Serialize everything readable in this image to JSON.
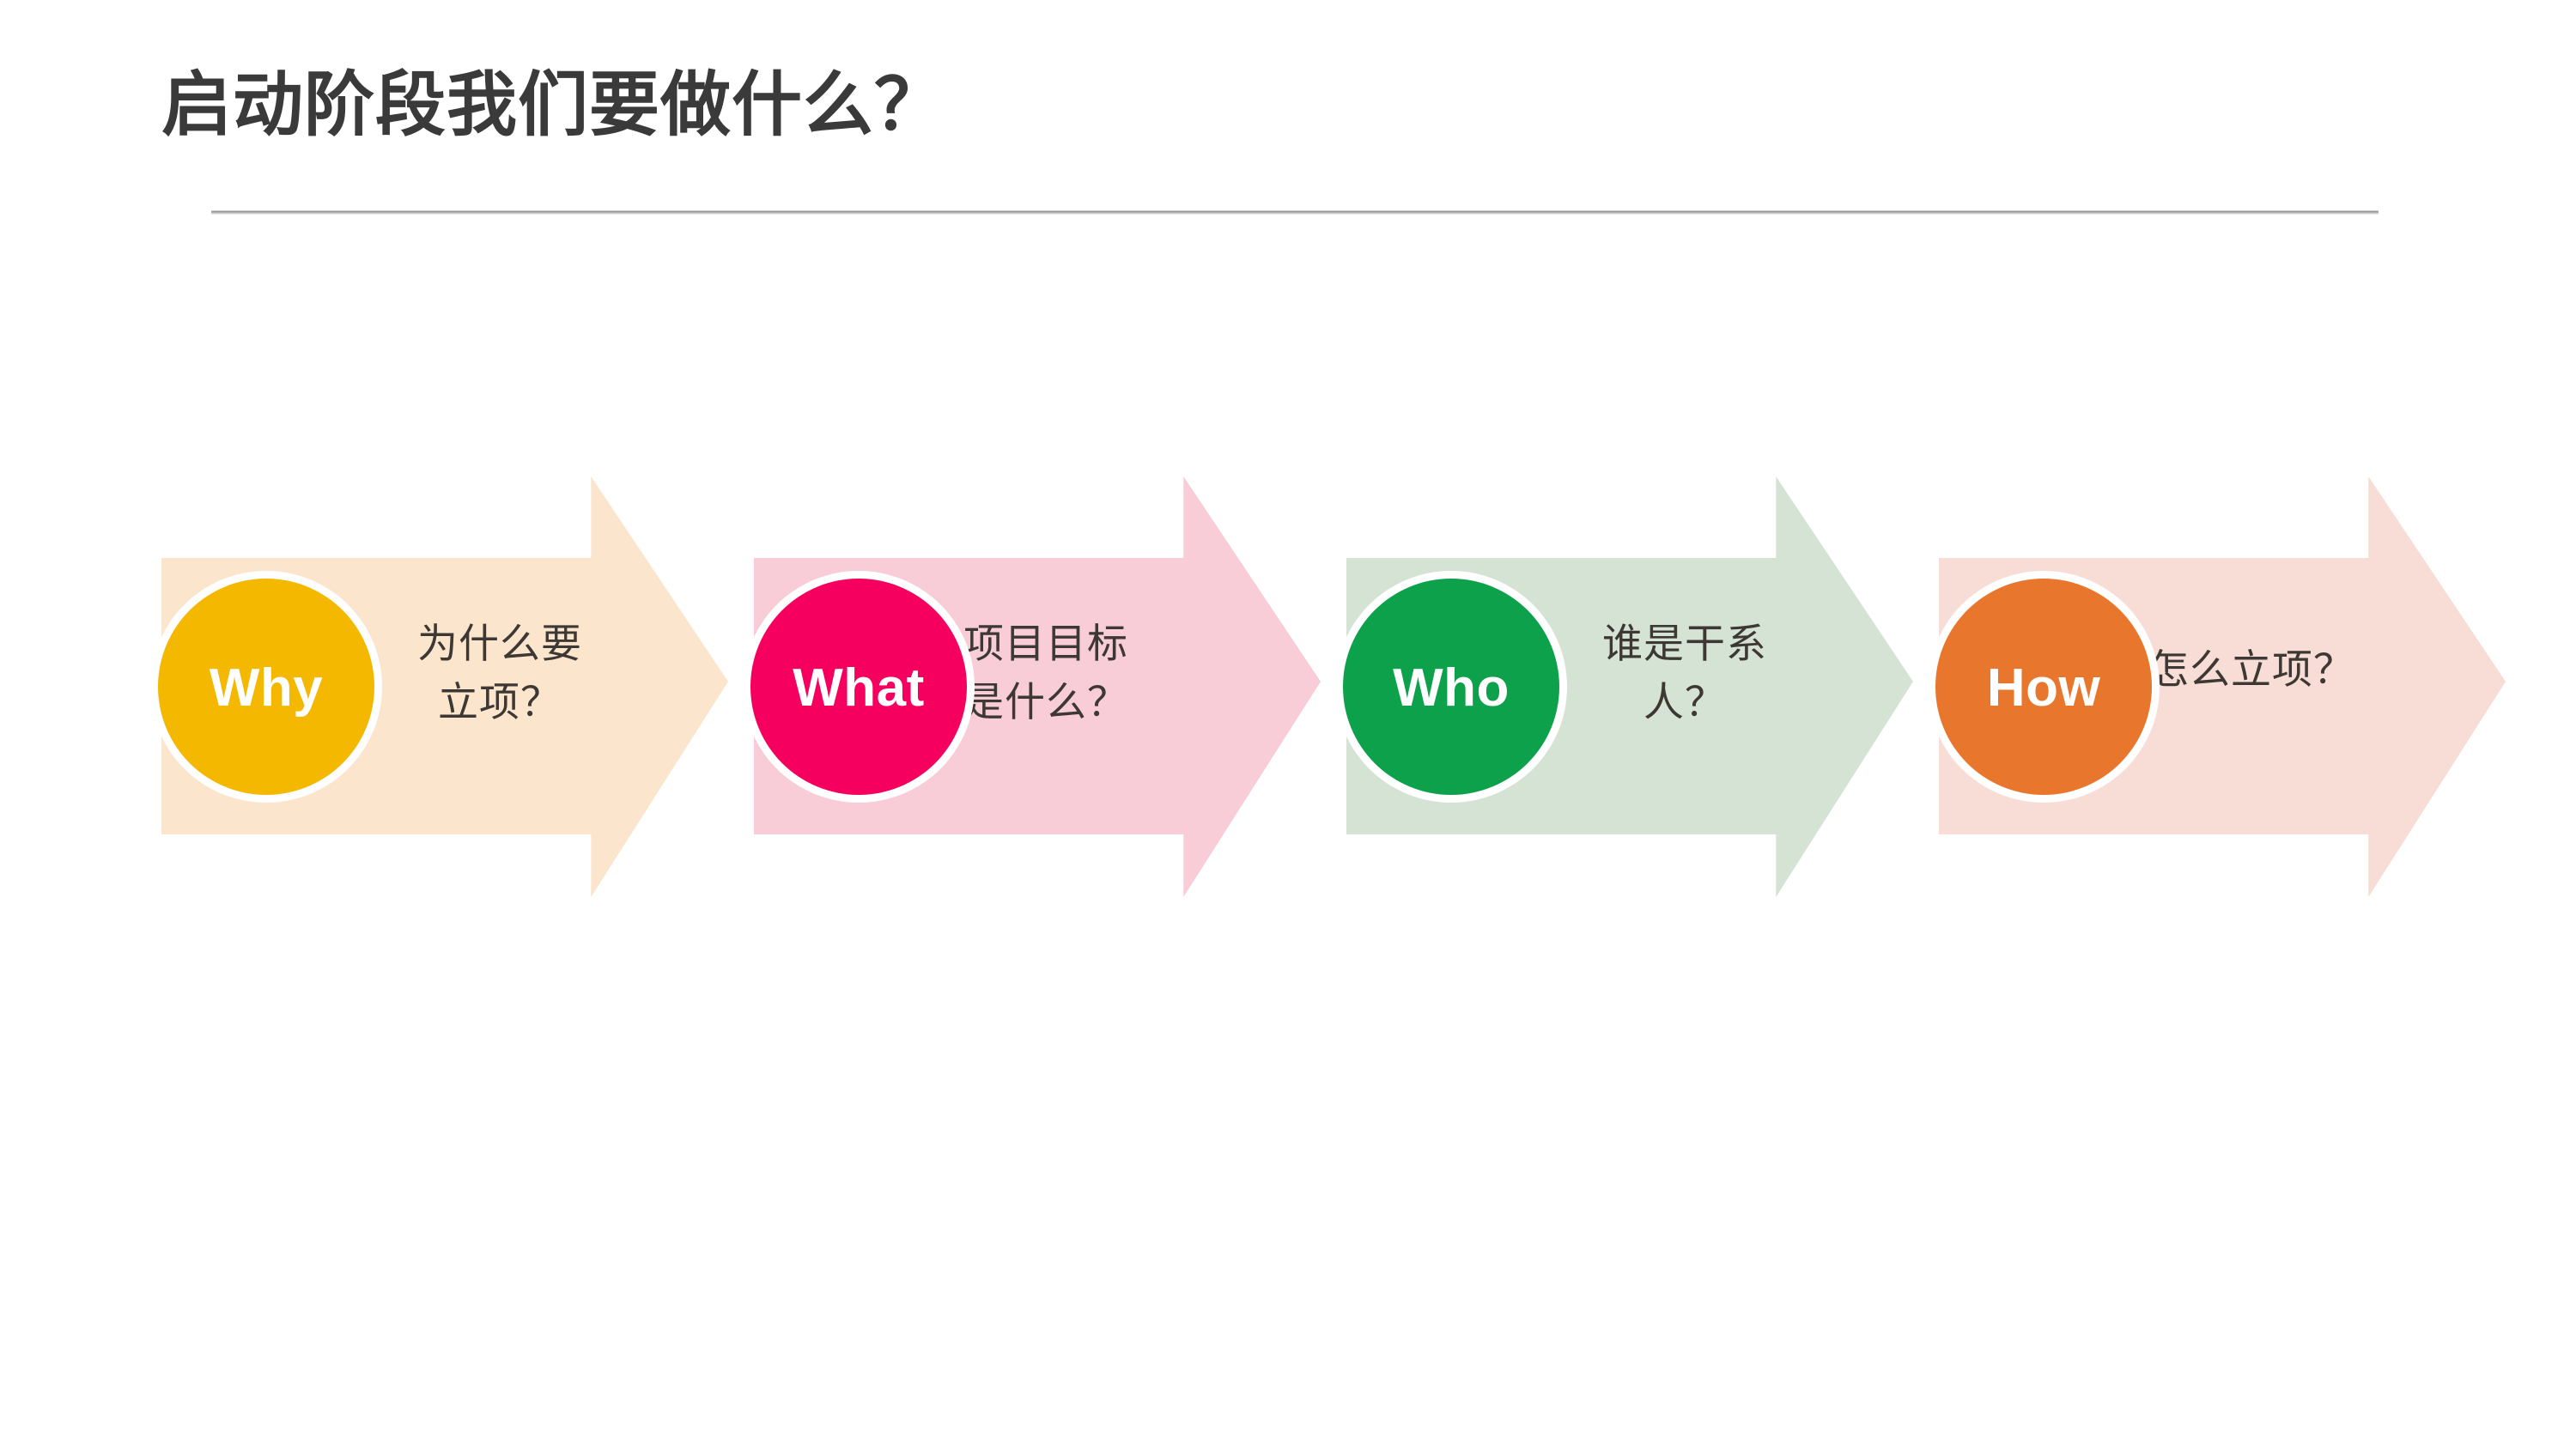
{
  "slide": {
    "title": "启动阶段我们要做什么？",
    "title_color": "#3a3a3a",
    "background_color": "#ffffff",
    "divider_color": "#b9b9b9",
    "body_text_color": "#3d3833"
  },
  "flow": {
    "steps": [
      {
        "badge_label": "Why",
        "description": "为什么要\n立项？",
        "text_align": "center",
        "badge_color": "#f5b800",
        "arrow_color": "#fbe5cd"
      },
      {
        "badge_label": "What",
        "description": "项目目标\n是什么？",
        "text_align": "left",
        "badge_color": "#f5005e",
        "arrow_color": "#f8cdd8"
      },
      {
        "badge_label": "Who",
        "description": "谁是干系\n人？",
        "text_align": "center",
        "badge_color": "#0da14b",
        "arrow_color": "#d5e3d5"
      },
      {
        "badge_label": "How",
        "description": "怎么立项？",
        "text_align": "left",
        "badge_color": "#e8762d",
        "arrow_color": "#f7ddd5"
      }
    ]
  }
}
